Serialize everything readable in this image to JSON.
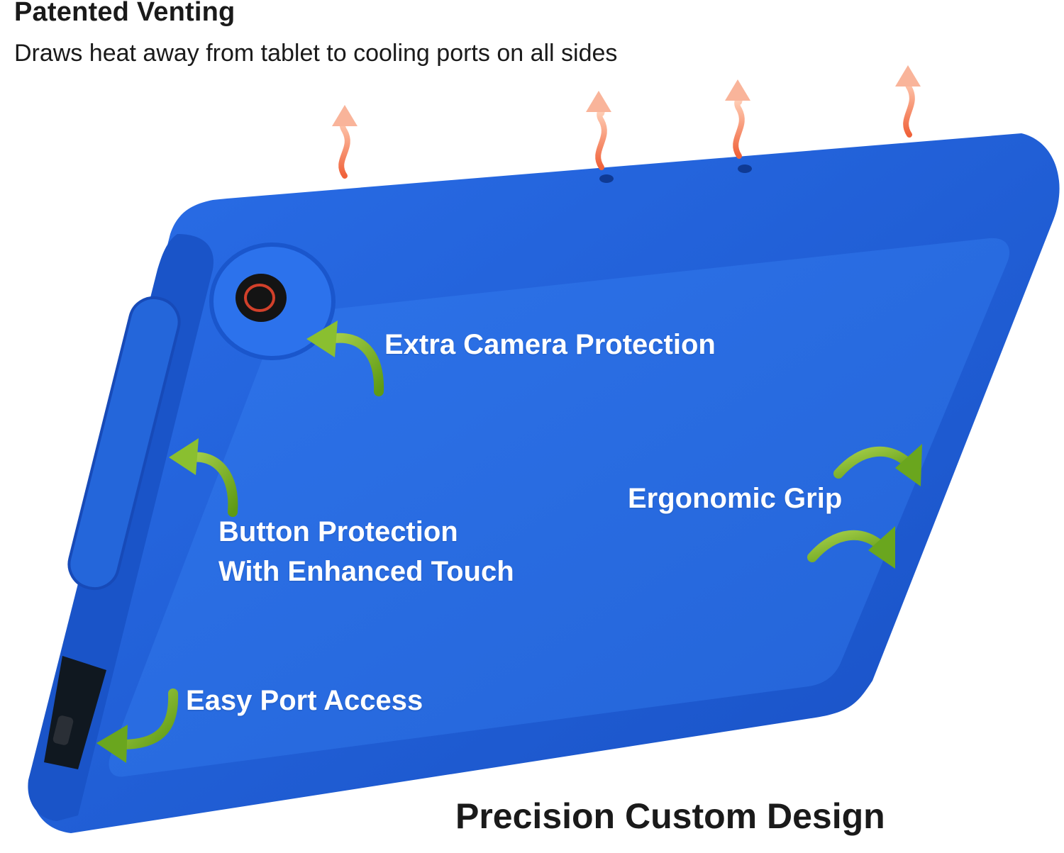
{
  "header": {
    "title": "Patented Venting",
    "subtitle": "Draws heat away from tablet to cooling ports on all sides"
  },
  "callouts": {
    "camera": "Extra Camera Protection",
    "button_line1": "Button Protection",
    "button_line2": "With Enhanced Touch",
    "grip": "Ergonomic Grip",
    "port": "Easy Port Access"
  },
  "footer": {
    "title": "Precision Custom Design"
  },
  "colors": {
    "case_blue": "#1f5fd6",
    "heat_arrow": "#e8442a",
    "callout_arrow": "#6aa61e"
  }
}
